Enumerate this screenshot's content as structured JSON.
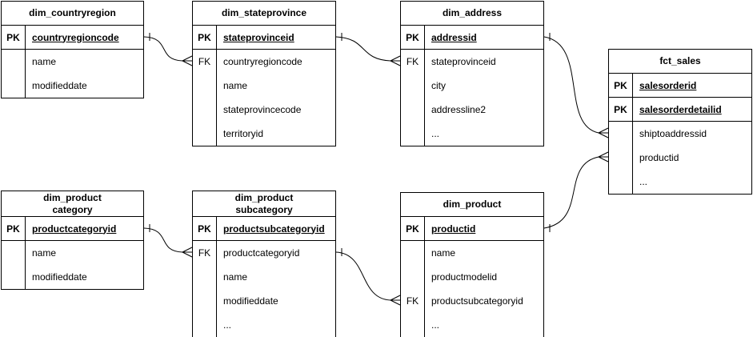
{
  "diagram": {
    "background_color": "#ffffff",
    "line_color": "#000000",
    "text_color": "#000000",
    "notation": "crow-foot"
  },
  "tables": [
    {
      "name": "dim_countryregion",
      "title": "dim_countryregion",
      "rows": [
        {
          "key": "PK",
          "label": "countryregioncode"
        },
        {
          "key": "",
          "label": "name"
        },
        {
          "key": "",
          "label": "modifieddate"
        }
      ]
    },
    {
      "name": "dim_stateprovince",
      "title": "dim_stateprovince",
      "rows": [
        {
          "key": "PK",
          "label": "stateprovinceid"
        },
        {
          "key": "FK",
          "label": "countryregioncode"
        },
        {
          "key": "",
          "label": "name"
        },
        {
          "key": "",
          "label": "stateprovincecode"
        },
        {
          "key": "",
          "label": "territoryid"
        }
      ]
    },
    {
      "name": "dim_address",
      "title": "dim_address",
      "rows": [
        {
          "key": "PK",
          "label": "addressid"
        },
        {
          "key": "FK",
          "label": "stateprovinceid"
        },
        {
          "key": "",
          "label": "city"
        },
        {
          "key": "",
          "label": "addressline2"
        },
        {
          "key": "",
          "label": "..."
        }
      ]
    },
    {
      "name": "fct_sales",
      "title": "fct_sales",
      "rows": [
        {
          "key": "PK",
          "label": "salesorderid"
        },
        {
          "key": "PK",
          "label": "salesorderdetailid"
        },
        {
          "key": "",
          "label": "shiptoaddressid"
        },
        {
          "key": "",
          "label": "productid"
        },
        {
          "key": "",
          "label": "..."
        }
      ]
    },
    {
      "name": "dim_product category",
      "title": "dim_product\ncategory",
      "rows": [
        {
          "key": "PK",
          "label": "productcategoryid"
        },
        {
          "key": "",
          "label": "name"
        },
        {
          "key": "",
          "label": "modifieddate"
        }
      ]
    },
    {
      "name": "dim_product subcategory",
      "title": "dim_product\nsubcategory",
      "rows": [
        {
          "key": "PK",
          "label": "productsubcategoryid"
        },
        {
          "key": "FK",
          "label": "productcategoryid"
        },
        {
          "key": "",
          "label": "name"
        },
        {
          "key": "",
          "label": "modifieddate"
        },
        {
          "key": "",
          "label": "..."
        }
      ]
    },
    {
      "name": "dim_product",
      "title": "dim_product",
      "rows": [
        {
          "key": "PK",
          "label": "productid"
        },
        {
          "key": "",
          "label": "name"
        },
        {
          "key": "",
          "label": "productmodelid"
        },
        {
          "key": "FK",
          "label": "productsubcategoryid"
        },
        {
          "key": "",
          "label": "..."
        }
      ]
    }
  ],
  "relationships": [
    {
      "from_table": "dim_countryregion",
      "from_field": "countryregioncode",
      "to_table": "dim_stateprovince",
      "to_field": "countryregioncode",
      "cardinality": "one-to-many"
    },
    {
      "from_table": "dim_stateprovince",
      "from_field": "stateprovinceid",
      "to_table": "dim_address",
      "to_field": "stateprovinceid",
      "cardinality": "one-to-many"
    },
    {
      "from_table": "dim_address",
      "from_field": "addressid",
      "to_table": "fct_sales",
      "to_field": "shiptoaddressid",
      "cardinality": "one-to-many"
    },
    {
      "from_table": "dim_product",
      "from_field": "productid",
      "to_table": "fct_sales",
      "to_field": "productid",
      "cardinality": "one-to-many"
    },
    {
      "from_table": "dim_product category",
      "from_field": "productcategoryid",
      "to_table": "dim_product subcategory",
      "to_field": "productcategoryid",
      "cardinality": "one-to-many"
    },
    {
      "from_table": "dim_product subcategory",
      "from_field": "productsubcategoryid",
      "to_table": "dim_product",
      "to_field": "productsubcategoryid",
      "cardinality": "one-to-many"
    }
  ]
}
